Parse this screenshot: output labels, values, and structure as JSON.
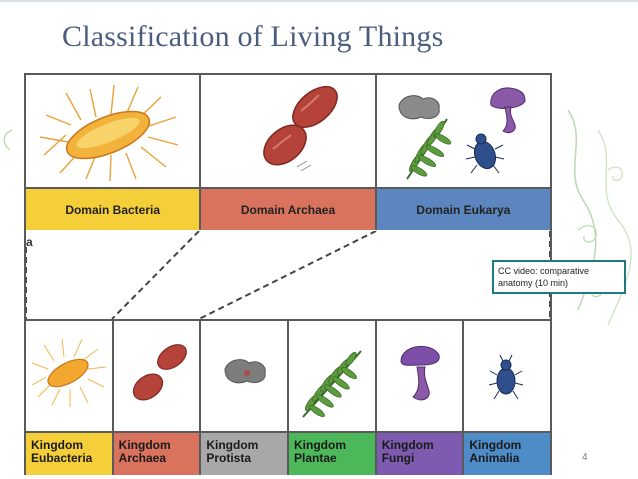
{
  "slide": {
    "title": "Classification of Living Things",
    "page_number": "4"
  },
  "figure": {
    "panel_label": "a",
    "domains": [
      {
        "label": "Domain Bacteria",
        "color": "#f5cf3a"
      },
      {
        "label": "Domain Archaea",
        "color": "#d9735e"
      },
      {
        "label": "Domain Eukarya",
        "color": "#5c86bf"
      }
    ],
    "kingdoms": [
      {
        "line1": "Kingdom",
        "line2": "Eubacteria",
        "color": "#f5cf3a"
      },
      {
        "line1": "Kingdom",
        "line2": "Archaea",
        "color": "#d9735e"
      },
      {
        "line1": "Kingdom",
        "line2": "Protista",
        "color": "#a8a8a8"
      },
      {
        "line1": "Kingdom",
        "line2": "Plantae",
        "color": "#4db85a"
      },
      {
        "line1": "Kingdom",
        "line2": "Fungi",
        "color": "#7d5bb0"
      },
      {
        "line1": "Kingdom",
        "line2": "Animalia",
        "color": "#4e8cc7"
      }
    ]
  },
  "callout": {
    "text": "CC video: comparative anatomy (10 min)",
    "border_color": "#1f7a80"
  }
}
